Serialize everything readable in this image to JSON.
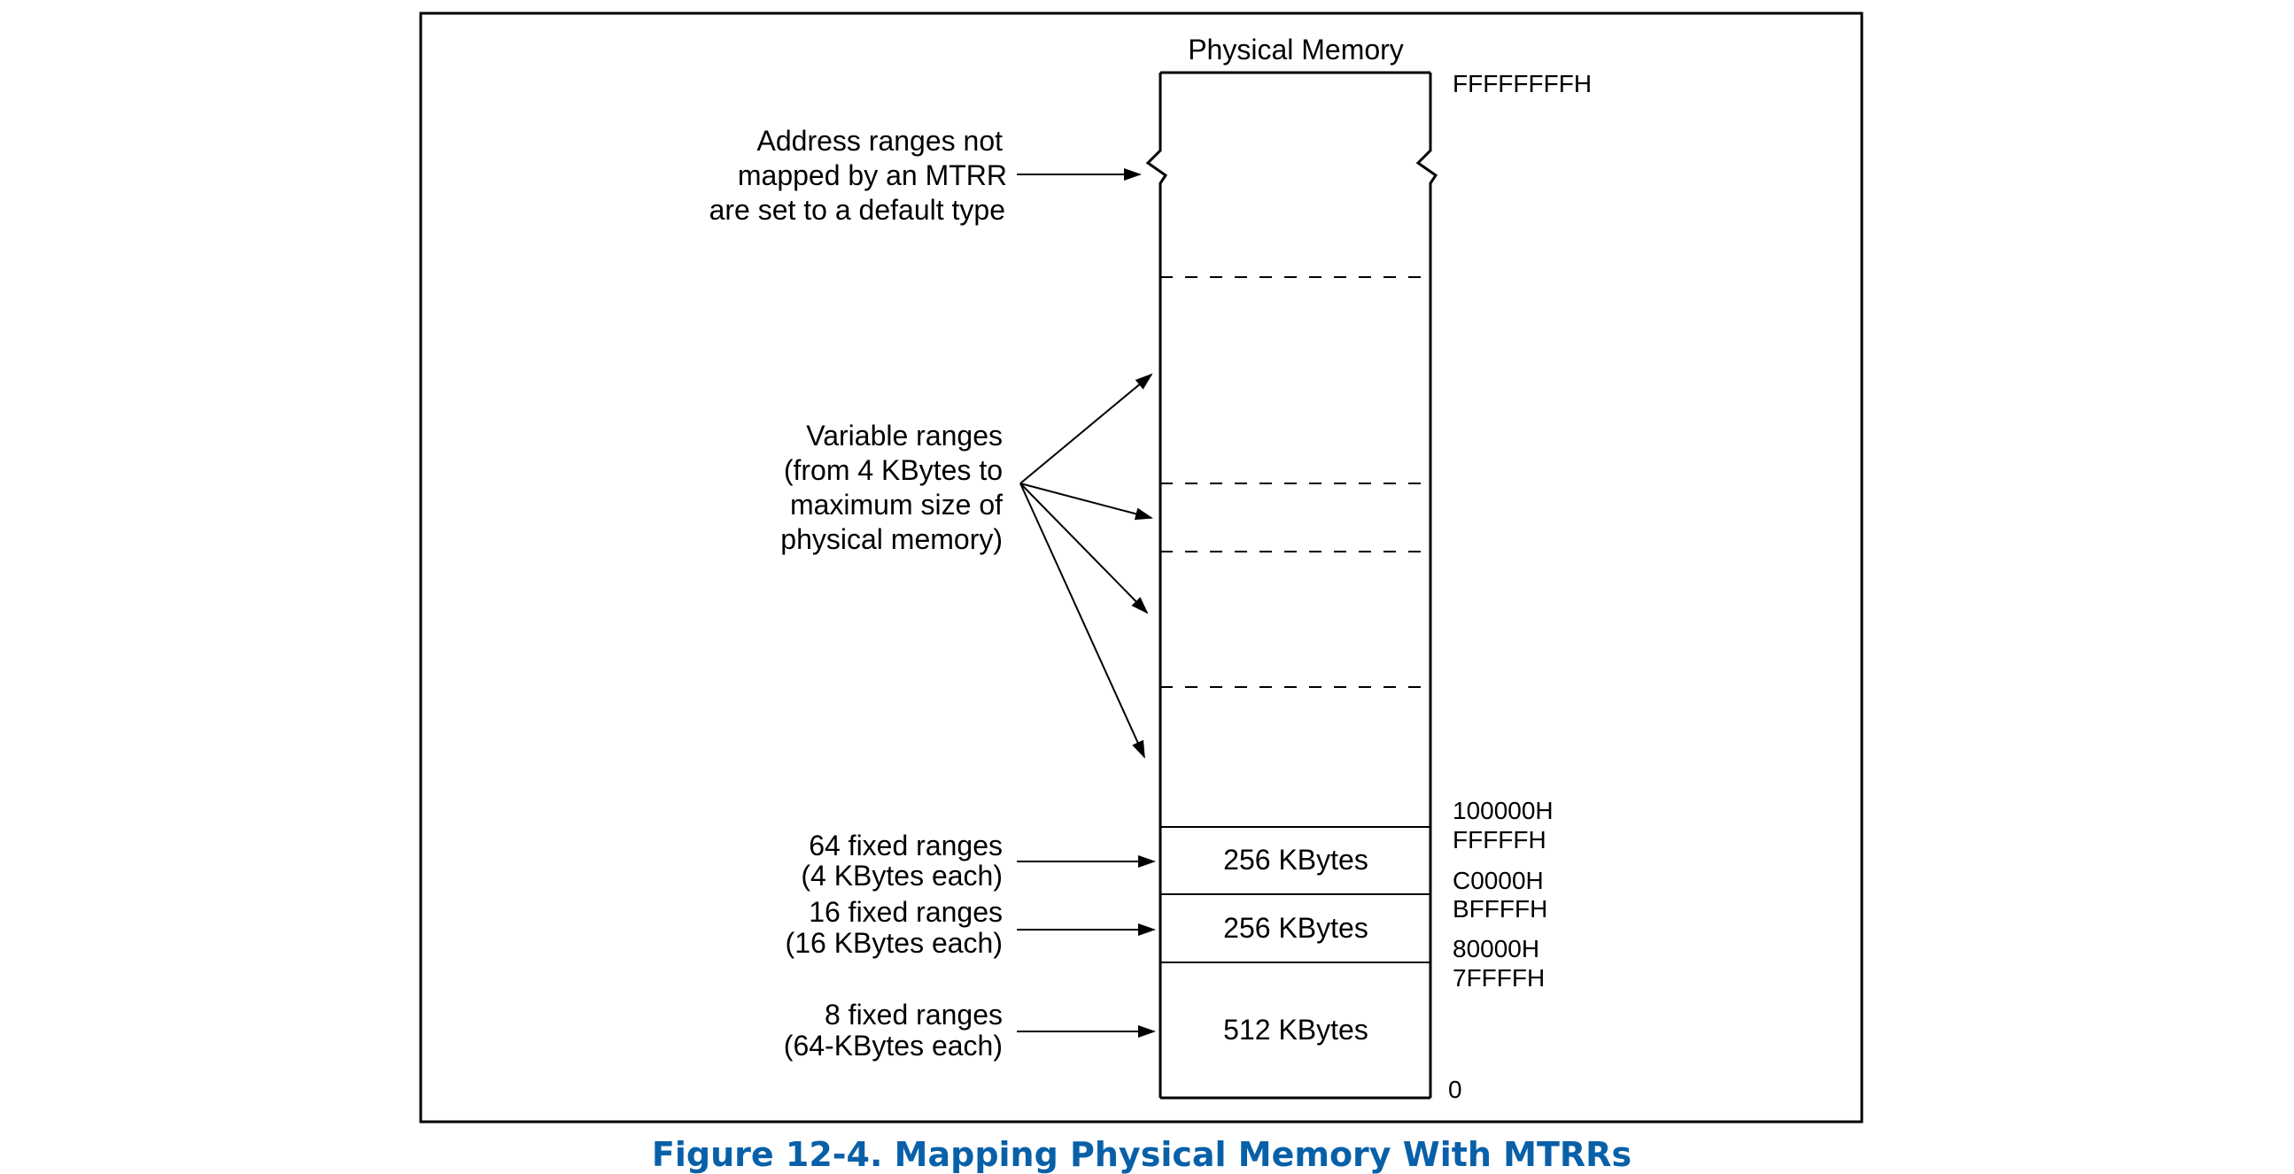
{
  "diagram": {
    "column_title": "Physical Memory",
    "labels": {
      "default_type": [
        "Address ranges not",
        "mapped by an MTRR",
        "are set to a default type"
      ],
      "variable": [
        "Variable ranges",
        "(from 4 KBytes to",
        "maximum size of",
        "physical memory)"
      ],
      "fixed64": [
        "64 fixed ranges",
        "(4 KBytes each)"
      ],
      "fixed16": [
        "16 fixed ranges",
        "(16 KBytes each)"
      ],
      "fixed8": [
        "8 fixed ranges",
        "(64-KBytes each)"
      ]
    },
    "sizes": {
      "top": "256 KBytes",
      "middle": "256 KBytes",
      "bottom": "512 KBytes"
    },
    "addresses": {
      "top": "FFFFFFFFH",
      "a100000": "100000H",
      "aFFFFF": "FFFFFH",
      "aC0000": "C0000H",
      "aBFFFF": "BFFFFH",
      "a80000": "80000H",
      "a7FFFF": "7FFFFH",
      "zero": "0"
    }
  },
  "caption": "Figure 12-4.  Mapping Physical Memory With MTRRs",
  "colors": {
    "line": "#000000",
    "caption": "#0860A8"
  }
}
